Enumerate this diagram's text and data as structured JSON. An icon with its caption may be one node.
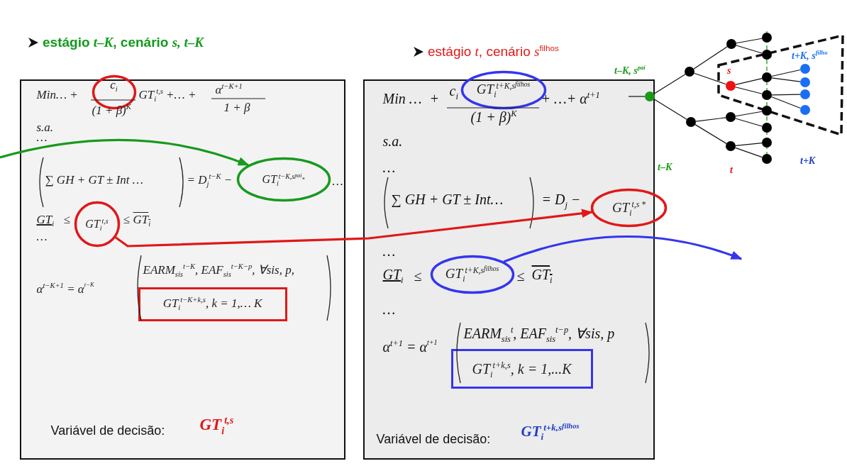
{
  "diagram": {
    "nodes": [
      {
        "text": [
          "Min… +",
          "(1 + β)$^{K}$",
          "GT$_{i}$$^{t,s}$ +… +",
          "α$^{t−K+1}$",
          "1 + β",
          "s.a.",
          "…",
          "∑ GH + GT ± Int …",
          "= D$_{j}$$^{t−K}$ −",
          "…",
          "GT$_{i}$",
          "≤",
          "≤",
          "GT$_{i}$",
          "…",
          "α$^{t−K+1}$ = α$^{t−K}$",
          "EARM$_{sis}$$^{t−K}$, EAF$_{sis}$$^{t−K−p}$, ∀sis, p,",
          "Variável de decisão:",
          "GT$_{i}$$^{t,s}$"
        ]
      },
      {
        "text": [
          "Min …",
          "+",
          "c$_{i}$",
          "(1 + β)$^{K}$",
          "+ …+ α$^{t+1}$",
          "s.a.",
          "…",
          "∑ GH + GT ± Int…",
          "= D$_{j}$ −",
          "…",
          "GT$_{i}$",
          "≤",
          "≤",
          "GT$_{i}$",
          "…",
          "α$^{t+1}$ = α$^{t+1}$",
          "EARM$_{sis}$$^{t}$, EAF$_{sis}$$^{t−p}$, ∀sis, p",
          "Variável de decisão:",
          "GT$_{i}$$^{t+k,s}$$^{filhos}$"
        ]
      },
      {
        "text": [
          "c$_{i}$"
        ],
        "in": 0
      },
      {
        "text": [
          "GT$_{i}$$^{t−K,s}$$^{pai}$$_{*}$"
        ],
        "in": 0
      },
      {
        "text": [
          "GT$_{i}$$^{t,s}$"
        ],
        "in": 0
      },
      {
        "text": [
          "GT$_{i}$$^{t−K+k,s}$, k = 1,… K"
        ],
        "in": 0
      },
      {
        "text": [
          "GT$_{i}$$^{t+K,s}$$^{filhos}$"
        ],
        "in": 1
      },
      {
        "text": [
          "GT$_{i}$$^{t,s *}$"
        ]
      },
      {
        "text": [
          "GT$_{i}$$^{t+K,s}$$^{filhos}$"
        ],
        "in": 1
      },
      {
        "text": [
          "GT$_{i}$$^{t+k,s}$, k = 1,...K"
        ],
        "in": 1
      },
      {
        "text": [],
        "shape": "circle",
        "in": 1,
        "beside": [
          "t–K, s$^{pai}$"
        ]
      },
      {
        "text": [],
        "shape": "circle"
      },
      {
        "text": [],
        "shape": "circle"
      },
      {
        "text": [],
        "shape": "circle"
      },
      {
        "text": [],
        "shape": "circle",
        "beside": [
          "s"
        ]
      },
      {
        "text": [],
        "shape": "circle"
      },
      {
        "text": [],
        "shape": "circle"
      },
      {
        "text": [],
        "shape": "circle"
      },
      {
        "text": [],
        "shape": "circle"
      },
      {
        "text": [],
        "shape": "circle"
      },
      {
        "text": [],
        "shape": "circle"
      },
      {
        "text": [],
        "shape": "circle"
      },
      {
        "text": [],
        "shape": "circle"
      },
      {
        "text": [],
        "shape": "circle"
      },
      {
        "text": [],
        "shape": "circle"
      },
      {
        "text": [],
        "shape": "circle"
      },
      {
        "text": [],
        "shape": "circle"
      },
      {
        "text": [],
        "shape": "circle"
      },
      {
        "text": [],
        "shape": "circle"
      }
    ],
    "edges": [
      {
        "from": null,
        "to": 3,
        "arrow": "to",
        "style": "thick",
        "color": "#179a1d"
      },
      {
        "from": 4,
        "to": 7,
        "arrow": "to",
        "style": "thick",
        "color": "#e01818"
      },
      {
        "from": 8,
        "to": null,
        "arrow": "to",
        "style": "thick",
        "color": "#3535ee"
      },
      {
        "from": null,
        "to": 10,
        "arrow": "none"
      },
      {
        "from": 10,
        "to": 11,
        "arrow": "none"
      },
      {
        "from": 10,
        "to": 12,
        "arrow": "none"
      },
      {
        "from": 11,
        "to": 13,
        "arrow": "none"
      },
      {
        "from": 11,
        "to": 14,
        "arrow": "none"
      },
      {
        "from": 12,
        "to": 15,
        "arrow": "none"
      },
      {
        "from": 12,
        "to": 16,
        "arrow": "none"
      },
      {
        "from": 13,
        "to": 17,
        "arrow": "none"
      },
      {
        "from": 13,
        "to": 18,
        "arrow": "none"
      },
      {
        "from": 14,
        "to": 19,
        "arrow": "none"
      },
      {
        "from": 14,
        "to": 20,
        "arrow": "none"
      },
      {
        "from": 15,
        "to": 21,
        "arrow": "none"
      },
      {
        "from": 15,
        "to": 22,
        "arrow": "none"
      },
      {
        "from": 16,
        "to": 23,
        "arrow": "none"
      },
      {
        "from": 16,
        "to": 24,
        "arrow": "none"
      },
      {
        "from": 19,
        "to": 25,
        "arrow": "none"
      },
      {
        "from": 19,
        "to": 26,
        "arrow": "none"
      },
      {
        "from": 20,
        "to": 27,
        "arrow": "none"
      },
      {
        "from": 20,
        "to": 28,
        "arrow": "none"
      }
    ],
    "labels": [
      "estágio *t–K*, cenário *s, t–K*",
      "estágio *t*, cenário *s*$^{filhos}$",
      "t+K, s$^{filho}$",
      "t–K",
      "t",
      "t+K"
    ]
  }
}
